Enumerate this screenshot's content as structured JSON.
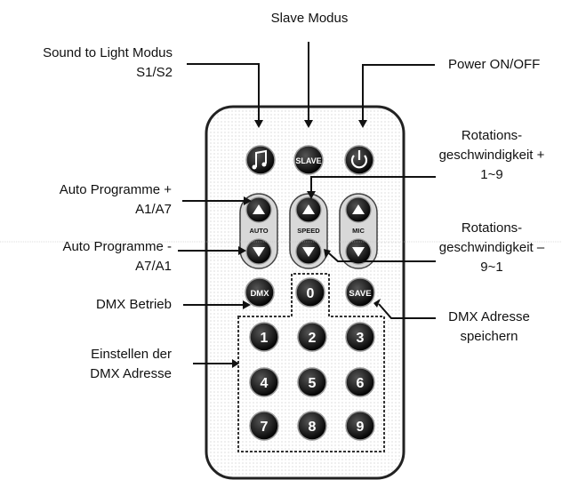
{
  "labels": {
    "slave_modus": "Slave Modus",
    "sound_to_light_1": "Sound to Light Modus",
    "sound_to_light_2": "S1/S2",
    "power": "Power ON/OFF",
    "rot_plus_1": "Rotations-",
    "rot_plus_2": "geschwindigkeit +",
    "rot_plus_3": "1~9",
    "auto_plus_1": "Auto Programme +",
    "auto_plus_2": "A1/A7",
    "rot_minus_1": "Rotations-",
    "rot_minus_2": "geschwindigkeit –",
    "rot_minus_3": "9~1",
    "auto_minus_1": "Auto Programme -",
    "auto_minus_2": "A7/A1",
    "dmx_betrieb": "DMX Betrieb",
    "dmx_save_1": "DMX Adresse",
    "dmx_save_2": "speichern",
    "einstellen_1": "Einstellen der",
    "einstellen_2": "DMX Adresse"
  },
  "remote": {
    "top_buttons": [
      {
        "name": "sound-to-light-button",
        "icon": "music-note-icon",
        "label": ""
      },
      {
        "name": "slave-button",
        "icon": "",
        "label": "SLAVE"
      },
      {
        "name": "power-button",
        "icon": "power-icon",
        "label": ""
      }
    ],
    "group_captions": [
      "AUTO",
      "SPEED",
      "MIC"
    ],
    "dmx_button": "DMX",
    "save_button": "SAVE",
    "digits": [
      "0",
      "1",
      "2",
      "3",
      "4",
      "5",
      "6",
      "7",
      "8",
      "9"
    ]
  }
}
